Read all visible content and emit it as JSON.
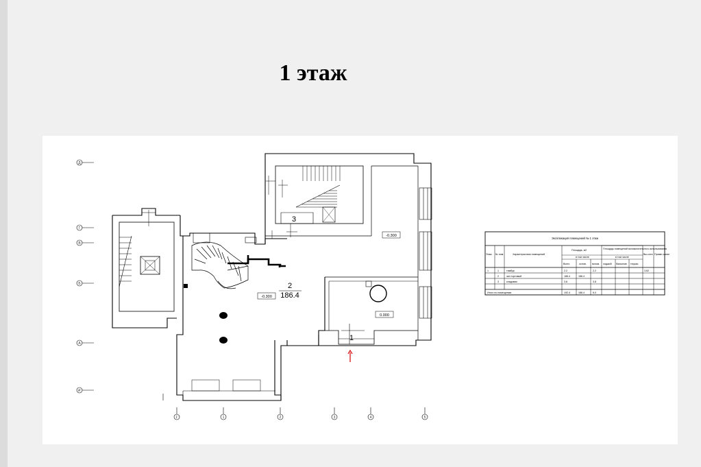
{
  "page": {
    "title": "1 этаж"
  },
  "plan": {
    "grid_rows": [
      "Д",
      "Г",
      "В",
      "Б",
      "А",
      "А'"
    ],
    "grid_cols": [
      "1'",
      "1",
      "2",
      "3",
      "4",
      "5"
    ],
    "rooms": [
      {
        "number": "3",
        "area": ""
      },
      {
        "number": "2",
        "area": "186.4"
      },
      {
        "number": "1",
        "area": ""
      }
    ],
    "levels": [
      "-0.300",
      "-0.300",
      "0.000"
    ]
  },
  "explication": {
    "title": "Экспликация помещений № 1 этаж",
    "headers": {
      "floor": "Этаж",
      "room_no": "№ пом.",
      "characteristic": "Характеристики помещений",
      "area_group": "Площадь, м2",
      "area_total": "Всего",
      "area_main": "основ.",
      "area_aux": "вспом.",
      "balcony_group": "Площадь помещений вспомогательного использования",
      "loggia": "лоджий",
      "balcony": "балконов",
      "terrace": "террас",
      "height": "Вы-сота",
      "note": "Приме-чание",
      "sub1": "в том числе",
      "sub2": "в том числе"
    },
    "rows": [
      {
        "floor": "1",
        "no": "1",
        "name": "тамбур",
        "total": "2.2",
        "main": "",
        "aux": "2.2",
        "height": "3.62"
      },
      {
        "floor": "",
        "no": "2",
        "name": "зал торговый",
        "total": "186.4",
        "main": "186.4",
        "aux": "",
        "height": ""
      },
      {
        "floor": "",
        "no": "3",
        "name": "кладовая",
        "total": "3.8",
        "main": "",
        "aux": "3.8",
        "height": ""
      }
    ],
    "total_row": {
      "label": "Итого по помещению",
      "total": "192.4",
      "main": "186.4",
      "aux": "6.0"
    }
  },
  "colors": {
    "background": "#f0f0f0",
    "sheet": "#ffffff",
    "line": "#000000",
    "entry_arrow": "#d40000"
  }
}
